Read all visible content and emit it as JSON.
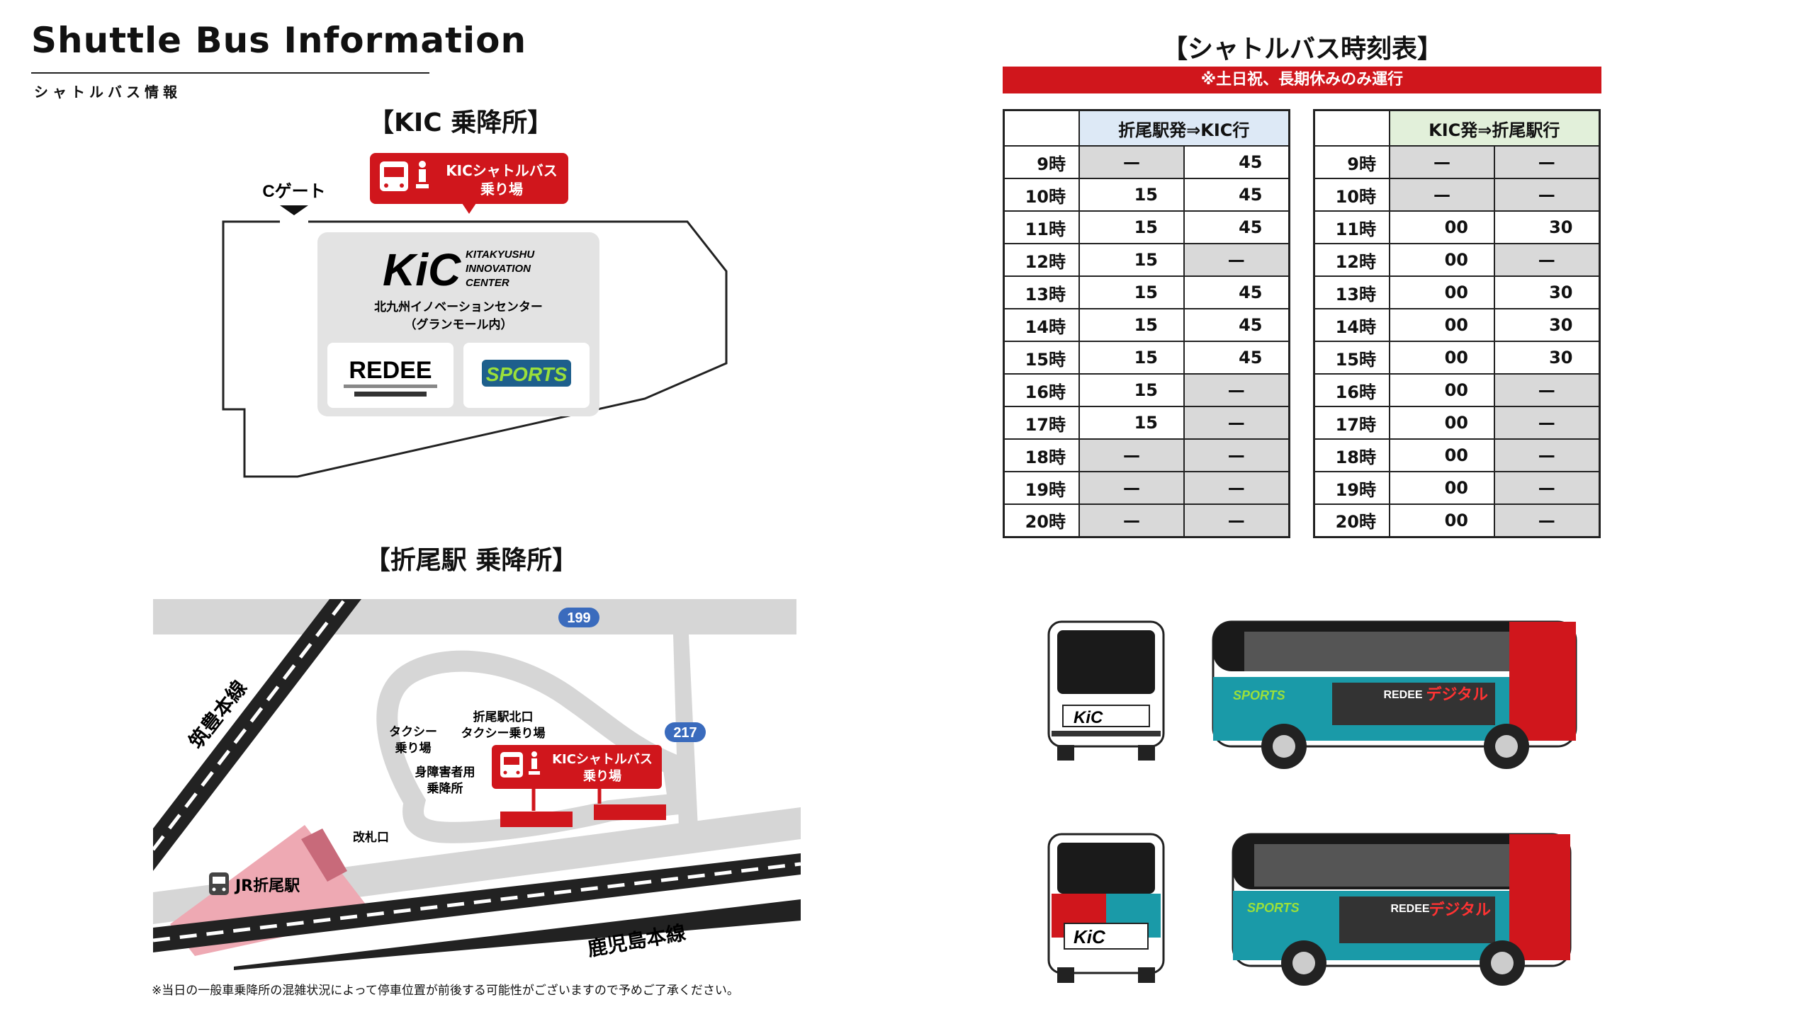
{
  "header": {
    "title": "Shuttle Bus Information",
    "subtitle": "シャトルバス情報"
  },
  "kic_section": {
    "heading": "【KIC 乗降所】",
    "gate_label": "Cゲート",
    "stop_label_line1": "KICシャトルバス",
    "stop_label_line2": "乗り場",
    "logo_text": "KiC",
    "logo_sub1": "KITAKYUSHU",
    "logo_sub2": "INNOVATION",
    "logo_sub3": "CENTER",
    "center_name": "北九州イノベーションセンター",
    "center_sub": "（グランモール内）",
    "redee_logo": "REDEE",
    "sports_logo": "SPORTS"
  },
  "orio_section": {
    "heading": "【折尾駅 乗降所】",
    "route_199": "199",
    "route_217": "217",
    "line_chikuho": "筑豊本線",
    "line_kagoshima": "鹿児島本線",
    "taxi_stop": [
      "タクシー",
      "乗り場"
    ],
    "north_taxi": [
      "折尾駅北口",
      "タクシー乗り場"
    ],
    "accessible": [
      "身障害者用",
      "乗降所"
    ],
    "stop_label_line1": "KICシャトルバス",
    "stop_label_line2": "乗り場",
    "ticket_gate": "改札口",
    "station": "JR折尾駅"
  },
  "note": "※当日の一般車乗降所の混雑状況によって停車位置が前後する可能性がございますので予めご了承ください。",
  "timetable": {
    "heading": "【シャトルバス時刻表】",
    "banner": "※土日祝、長期休みのみ運行",
    "left_direction": "折尾駅発⇒KIC行",
    "right_direction": "KIC発⇒折尾駅行",
    "dash": "—",
    "left_rows": [
      {
        "hour": "9時",
        "a": "—",
        "b": "45"
      },
      {
        "hour": "10時",
        "a": "15",
        "b": "45"
      },
      {
        "hour": "11時",
        "a": "15",
        "b": "45"
      },
      {
        "hour": "12時",
        "a": "15",
        "b": "—"
      },
      {
        "hour": "13時",
        "a": "15",
        "b": "45"
      },
      {
        "hour": "14時",
        "a": "15",
        "b": "45"
      },
      {
        "hour": "15時",
        "a": "15",
        "b": "45"
      },
      {
        "hour": "16時",
        "a": "15",
        "b": "—"
      },
      {
        "hour": "17時",
        "a": "15",
        "b": "—"
      },
      {
        "hour": "18時",
        "a": "—",
        "b": "—"
      },
      {
        "hour": "19時",
        "a": "—",
        "b": "—"
      },
      {
        "hour": "20時",
        "a": "—",
        "b": "—"
      }
    ],
    "right_rows": [
      {
        "hour": "9時",
        "a": "—",
        "b": "—"
      },
      {
        "hour": "10時",
        "a": "—",
        "b": "—"
      },
      {
        "hour": "11時",
        "a": "00",
        "b": "30"
      },
      {
        "hour": "12時",
        "a": "00",
        "b": "—"
      },
      {
        "hour": "13時",
        "a": "00",
        "b": "30"
      },
      {
        "hour": "14時",
        "a": "00",
        "b": "30"
      },
      {
        "hour": "15時",
        "a": "00",
        "b": "30"
      },
      {
        "hour": "16時",
        "a": "00",
        "b": "—"
      },
      {
        "hour": "17時",
        "a": "00",
        "b": "—"
      },
      {
        "hour": "18時",
        "a": "00",
        "b": "—"
      },
      {
        "hour": "19時",
        "a": "00",
        "b": "—"
      },
      {
        "hour": "20時",
        "a": "00",
        "b": "—"
      }
    ]
  },
  "bus": {
    "front_logo": "KiC",
    "side_text": "デジタル",
    "side_logo": "REDEE",
    "side_sports": "SPORTS"
  },
  "colors": {
    "accent_red": "#d0161c",
    "station_pink": "#eea9b3",
    "road_gray": "#d6d6d6",
    "left_header_blue": "#dde9f6",
    "right_header_green": "#e2f0da",
    "dash_gray": "#d9d9d9"
  }
}
